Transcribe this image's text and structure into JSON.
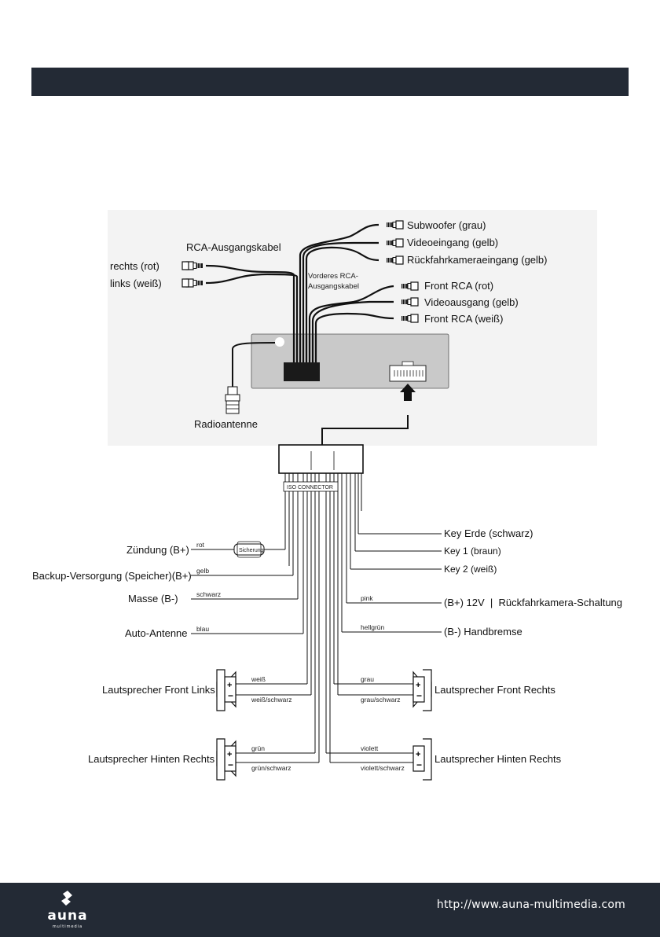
{
  "header": {
    "bar_color": "#232a35"
  },
  "rca": {
    "title": "RCA-Ausgangskabel",
    "right": "rechts (rot)",
    "left": "links (weiß)",
    "front_cable": [
      "Vorderes RCA-",
      "Ausgangskabel"
    ],
    "subwoofer": "Subwoofer (grau)",
    "video_in": "Videoeingang (gelb)",
    "rear_cam_in": "Rückfahrkameraeingang (gelb)",
    "front_red": "Front RCA (rot)",
    "video_out": "Videoausgang (gelb)",
    "front_white": "Front RCA (weiß)",
    "antenna": "Radioantenne"
  },
  "iso": {
    "label": "ISO CONNECTOR",
    "fuse": "Sicherung",
    "left": [
      {
        "label": "Zündung (B+)",
        "color": "rot"
      },
      {
        "label": "Backup-Versorgung (Speicher)(B+)",
        "color": "gelb"
      },
      {
        "label": "Masse (B-)",
        "color": "schwarz"
      },
      {
        "label": "Auto-Antenne",
        "color": "blau"
      }
    ],
    "right": [
      {
        "label": "Key Erde (schwarz)",
        "color": ""
      },
      {
        "label": "Key 1 (braun)",
        "color": ""
      },
      {
        "label": "Key 2 (weiß)",
        "color": ""
      },
      {
        "label": "(B+) 12V  |  Rückfahrkamera-Schaltung",
        "color": "pink"
      },
      {
        "label": "(B-) Handbremse",
        "color": "hellgrün"
      }
    ],
    "speakers": [
      {
        "label": "Lautsprecher Front Links",
        "plus": "weiß",
        "minus": "weiß/schwarz"
      },
      {
        "label": "Lautsprecher Hinten Rechts",
        "plus": "grün",
        "minus": "grün/schwarz"
      },
      {
        "label": "Lautsprecher Front Rechts",
        "plus": "grau",
        "minus": "grau/schwarz"
      },
      {
        "label": "Lautsprecher Hinten Rechts",
        "plus": "violett",
        "minus": "violett/schwarz"
      }
    ]
  },
  "footer": {
    "url": "http://www.auna-multimedia.com",
    "logo_text": "auna",
    "logo_sub": "multimedia"
  }
}
